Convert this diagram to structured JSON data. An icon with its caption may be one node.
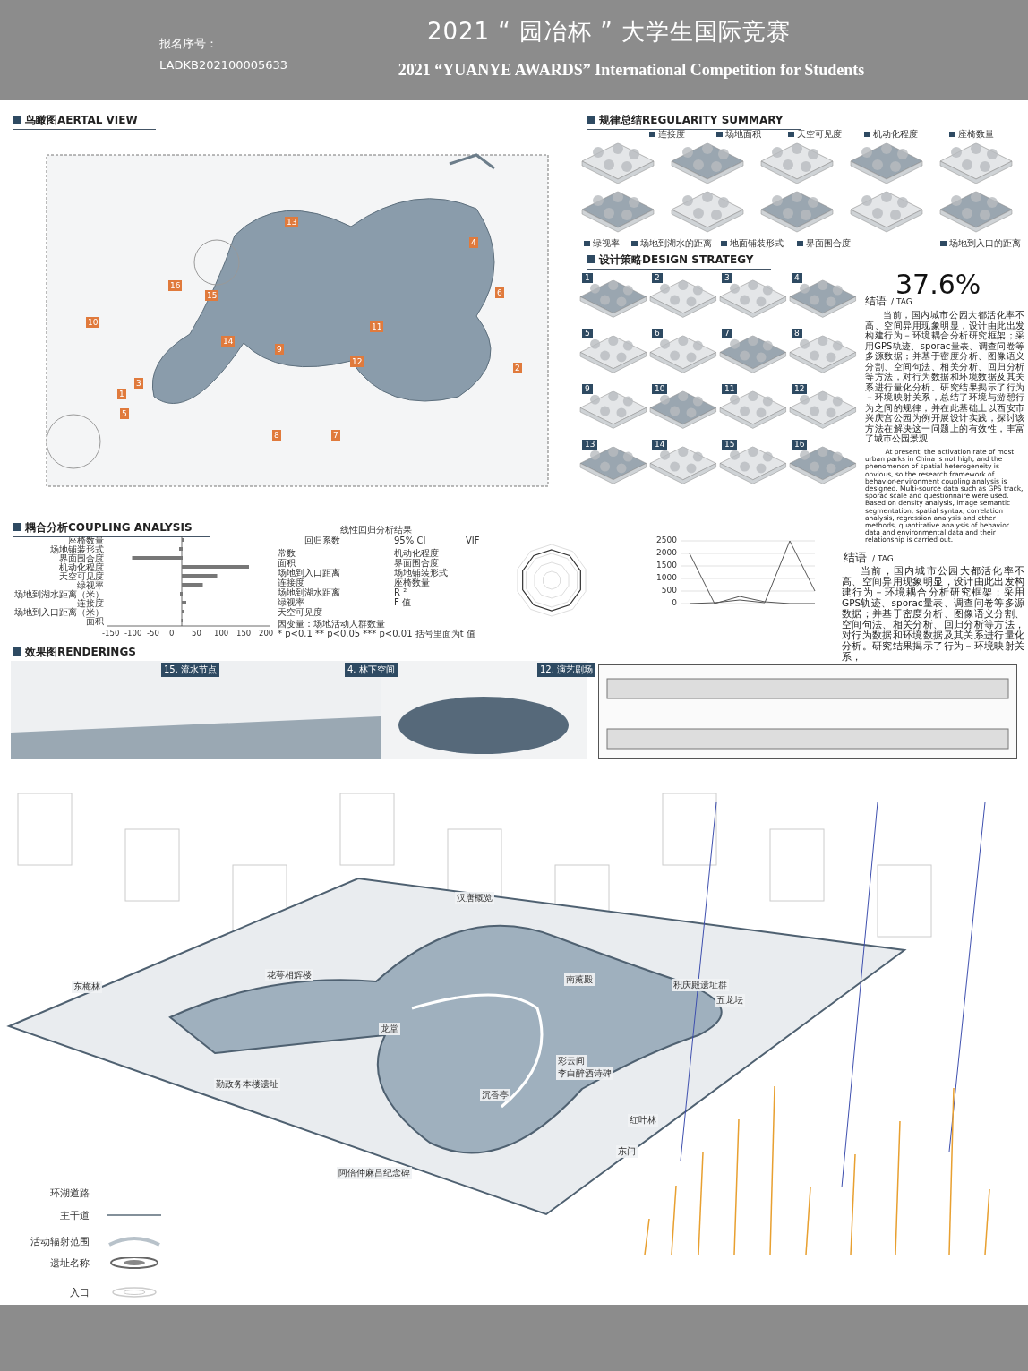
{
  "diagram": {
    "title": "2021 “ 园冶杯 ” 大学生国际竞赛",
    "labels": [
      "报名序号：",
      "LADKB202100005633",
      "2021 “YUANYE AWARDS” International Competition for  Students",
      "鸟瞰图AERTAL VIEW",
      "13",
      "4",
      "16",
      "15",
      "6",
      "10",
      "14",
      "11",
      "9",
      "12",
      "2",
      "1",
      "3",
      "5",
      "8",
      "7",
      "规律总结REGULARITY SUMMARY",
      "连接度",
      "场地面积",
      "天空可见度",
      "机动化程度",
      "座椅数量",
      "绿视率",
      "场地到湖水的距离",
      "地面铺装形式",
      "界面围合度",
      "场地到入口的距离",
      "设计策略DESIGN STRATEGY",
      "1",
      "2",
      "3",
      "4",
      "5",
      "6",
      "7",
      "8",
      "9",
      "10",
      "11",
      "12",
      "13",
      "14",
      "15",
      "16",
      "37.6%",
      "结语",
      "/ TAG",
      "当前，国内城市公园大都活化率不高、空间异用现象明显，设计由此出发构建行为－环境耦合分析研究框架；采用GPS轨迹、sporac量表、调查问卷等多源数据；并基于密度分析、图像语义分割、空间句法、相关分析、回归分析等方法，对行为数据和环境数据及其关系进行量化分析。研究结果揭示了行为－环境映射关系，总结了环境与游憩行为之间的规律，并在此基础上以西安市兴庆宫公园为例开展设计实践，探讨该方法在解决这一问题上的有效性，丰富了城市公园景观",
      "At present, the activation rate of most urban parks in China is not high, and the phenomenon of spatial heterogeneity is obvious, so the research framework of behavior-environment coupling analysis is designed. Multi-source data such as GPS track, sporac scale and questionnaire were used. Based on density analysis, image semantic segmentation, spatial syntax, correlation analysis, regression analysis and other methods, quantitative analysis of behavior data and environmental data and their relationship is carried out.",
      "耦合分析COUPLING ANALYSIS",
      "座椅数量",
      "场地铺装形式",
      "界面围合度",
      "机动化程度",
      "天空可见度",
      "绿视率",
      "场地到湖水距离（米）",
      "连接度",
      "场地到入口距离（米）",
      "面积",
      "-150",
      "-100",
      "-50",
      "0",
      "50",
      "100",
      "150",
      "200",
      "线性回归分析结果",
      "回归系数",
      "95% CI",
      "VIF",
      "常数",
      "面积",
      "场地到入口距离",
      "连接度",
      "场地到湖水距离",
      "绿视率",
      "天空可见度",
      "机动化程度",
      "界面围合度",
      "场地铺装形式",
      "座椅数量",
      "R ²",
      "F 值",
      "因变量：场地活动人群数量",
      "* p<0.1 ** p<0.05 *** p<0.01 括号里面为t 值",
      "2500",
      "2000",
      "1500",
      "1000",
      "500",
      "0",
      "结语",
      "/ TAG",
      "当前，国内城市公园大都活化率不高、空间异用现象明显，设计由此出发构建行为－环境耦合分析研究框架；采用GPS轨迹、sporac量表、调查问卷等多源数据；并基于密度分析、图像语义分割、空间句法、相关分析、回归分析等方法，对行为数据和环境数据及其关系进行量化分析。研究结果揭示了行为－环境映射关系，",
      "效果图RENDERINGS",
      "15. 流水节点",
      "4. 林下空间",
      "12. 演艺剧场",
      "汉唐概览",
      "东梅林",
      "花萼相辉楼",
      "南薰殿",
      "积庆殿遗址群",
      "五龙坛",
      "龙堂",
      "彩云间",
      "李白醉酒诗碑",
      "勤政务本楼遗址",
      "沉香亭",
      "红叶林",
      "东门",
      "阿倍仲麻吕纪念碑"
    ],
    "legend": [
      {
        "text": "环湖道路"
      },
      {
        "text": "主干道"
      },
      {
        "text": "活动辐射范围"
      },
      {
        "text": "遗址名称"
      },
      {
        "text": "入口"
      }
    ]
  }
}
